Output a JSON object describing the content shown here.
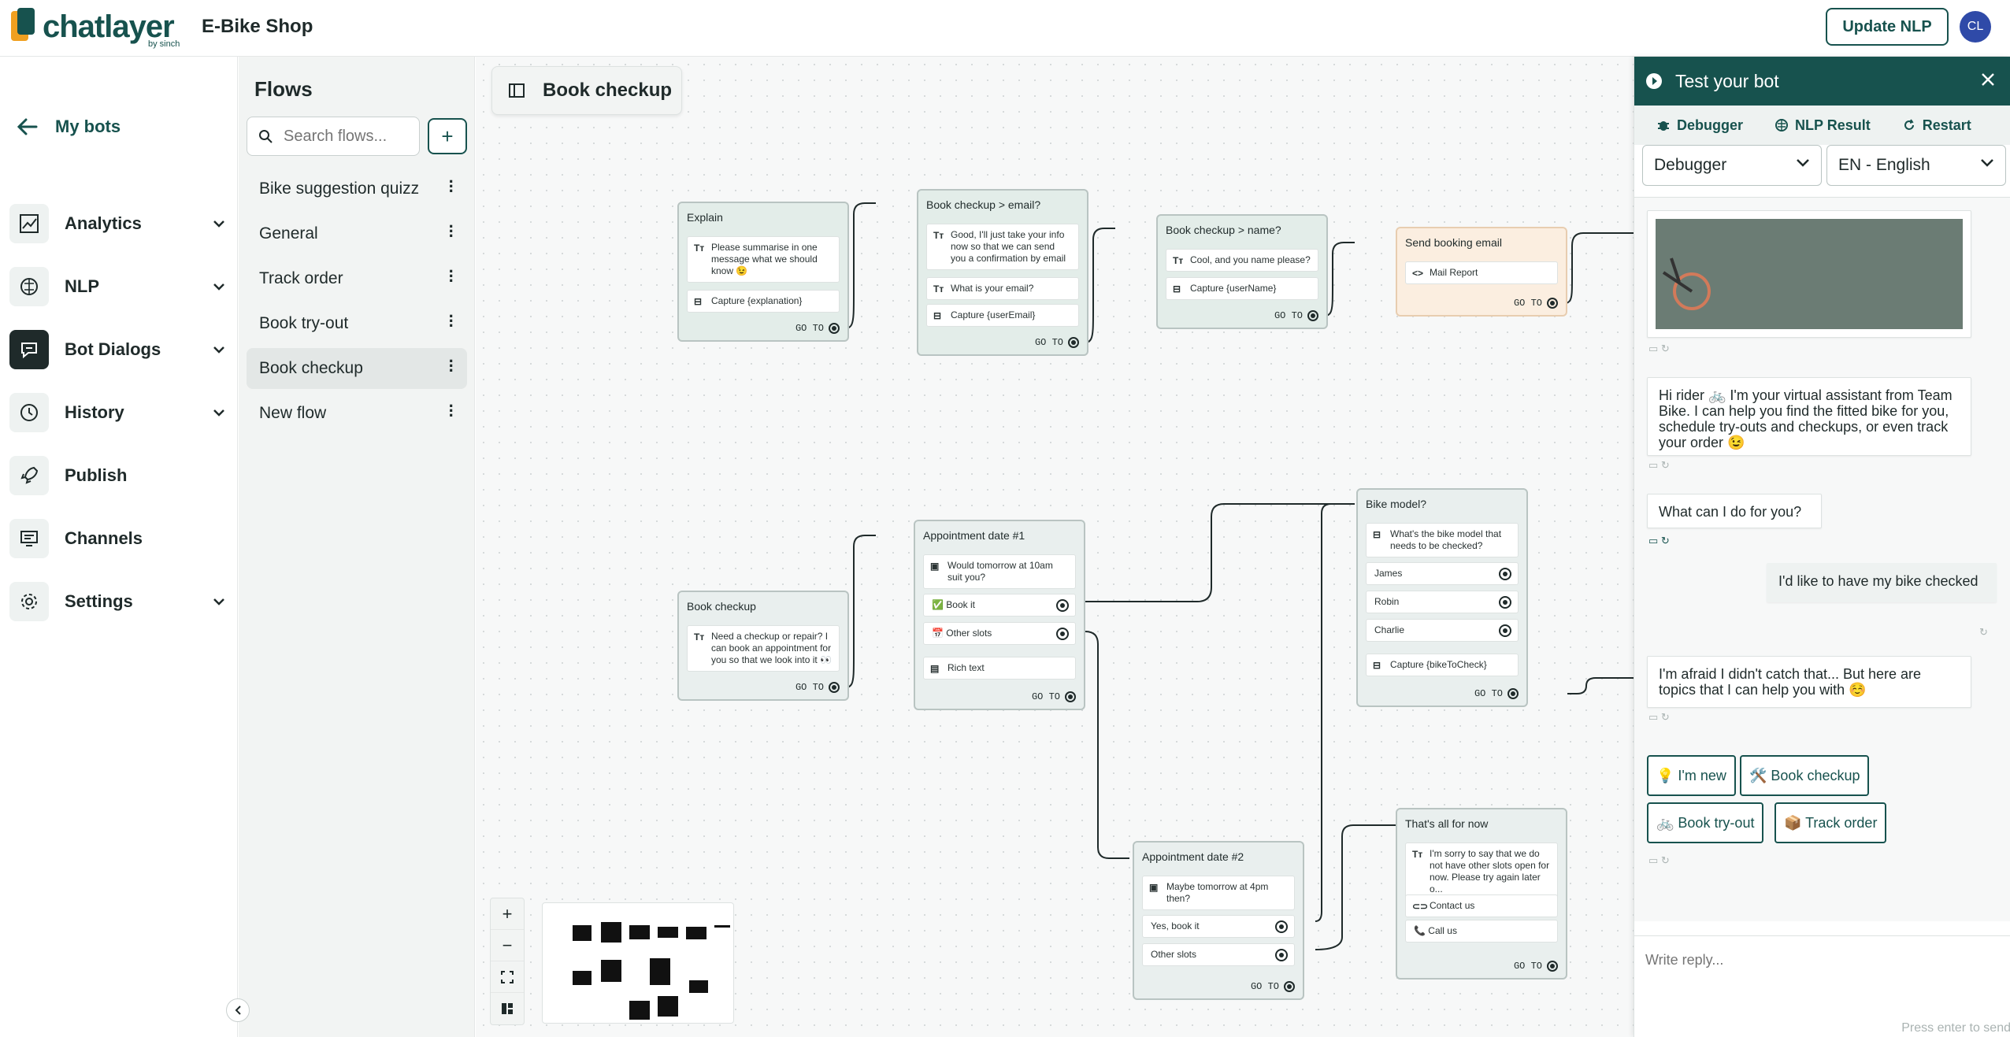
{
  "brand": {
    "name": "chatlayer",
    "sub": "by sinch"
  },
  "app_title": "E-Bike Shop",
  "header": {
    "update_label": "Update NLP",
    "avatar_initials": "CL"
  },
  "nav": {
    "back_label": "My bots",
    "items": [
      {
        "label": "Analytics",
        "icon": "chart-icon",
        "expand": true
      },
      {
        "label": "NLP",
        "icon": "brain-icon",
        "expand": true
      },
      {
        "label": "Bot Dialogs",
        "icon": "dialog-icon",
        "expand": true,
        "active": true
      },
      {
        "label": "History",
        "icon": "history-icon",
        "expand": true
      },
      {
        "label": "Publish",
        "icon": "rocket-icon",
        "expand": false
      },
      {
        "label": "Channels",
        "icon": "channels-icon",
        "expand": false
      },
      {
        "label": "Settings",
        "icon": "gear-icon",
        "expand": true
      }
    ]
  },
  "flows": {
    "title": "Flows",
    "search_placeholder": "Search flows...",
    "items": [
      "Bike suggestion quizz",
      "General",
      "Track order",
      "Book try-out",
      "Book checkup",
      "New flow"
    ],
    "active_index": 4
  },
  "canvas": {
    "title": "Book checkup",
    "goto": "GO TO",
    "nodes": {
      "explain": {
        "title": "Explain",
        "rows": [
          "Please summarise in one message what we should know 😉",
          "Capture {explanation}"
        ]
      },
      "email": {
        "title": "Book checkup > email?",
        "rows": [
          "Good, I'll just take your info now so that we can send you a confirmation by email",
          "What is your email?",
          "Capture {userEmail}"
        ]
      },
      "name": {
        "title": "Book checkup > name?",
        "rows": [
          "Cool, and you name please?",
          "Capture {userName}"
        ]
      },
      "send": {
        "title": "Send booking email",
        "rows": [
          "Mail Report"
        ]
      },
      "checkup": {
        "title": "Book checkup",
        "rows": [
          "Need a checkup or repair? I can book an appointment for you so that we look into it 👀"
        ]
      },
      "appt1": {
        "title": "Appointment date #1",
        "rows": [
          "Would tomorrow at 10am suit you?",
          "✅ Book it",
          "📅 Other slots",
          "Rich text"
        ]
      },
      "bike": {
        "title": "Bike model?",
        "rows": [
          "What's the bike model that needs to be checked?",
          "James",
          "Robin",
          "Charlie",
          "Capture {bikeToCheck}"
        ]
      },
      "appt2": {
        "title": "Appointment date #2",
        "rows": [
          "Maybe tomorrow at 4pm then?",
          "Yes, book it",
          "Other slots"
        ]
      },
      "allfor": {
        "title": "That's all for now",
        "rows": [
          "I'm sorry to say that we do not have other slots open for now. Please try again later o...",
          "Contact us",
          "📞 Call us"
        ]
      }
    },
    "zoom": {
      "plus": "+",
      "minus": "−"
    }
  },
  "test": {
    "title": "Test your bot",
    "tabs": [
      "Debugger",
      "NLP Result",
      "Restart"
    ],
    "select_mode": "Debugger",
    "select_lang": "EN - English",
    "messages": {
      "m1": "Hi rider 🚲 I'm your virtual assistant from Team Bike. I can help you find the fitted bike for you, schedule try-outs and checkups, or even track your order 😉",
      "m2": "What can I do for you?",
      "m3": "I'd like to have my bike checked",
      "m4": "I'm afraid I didn't catch that... But here are topics that I can help you with ☺️"
    },
    "chips": [
      "💡 I'm new",
      "🛠️ Book checkup",
      "🚲 Book try-out",
      "📦 Track order"
    ],
    "reply_placeholder": "Write reply...",
    "reply_hint": "Press enter to send"
  },
  "colors": {
    "brand": "#17524e",
    "accent": "#2f4aa8",
    "logo_orange": "#f0a020"
  }
}
